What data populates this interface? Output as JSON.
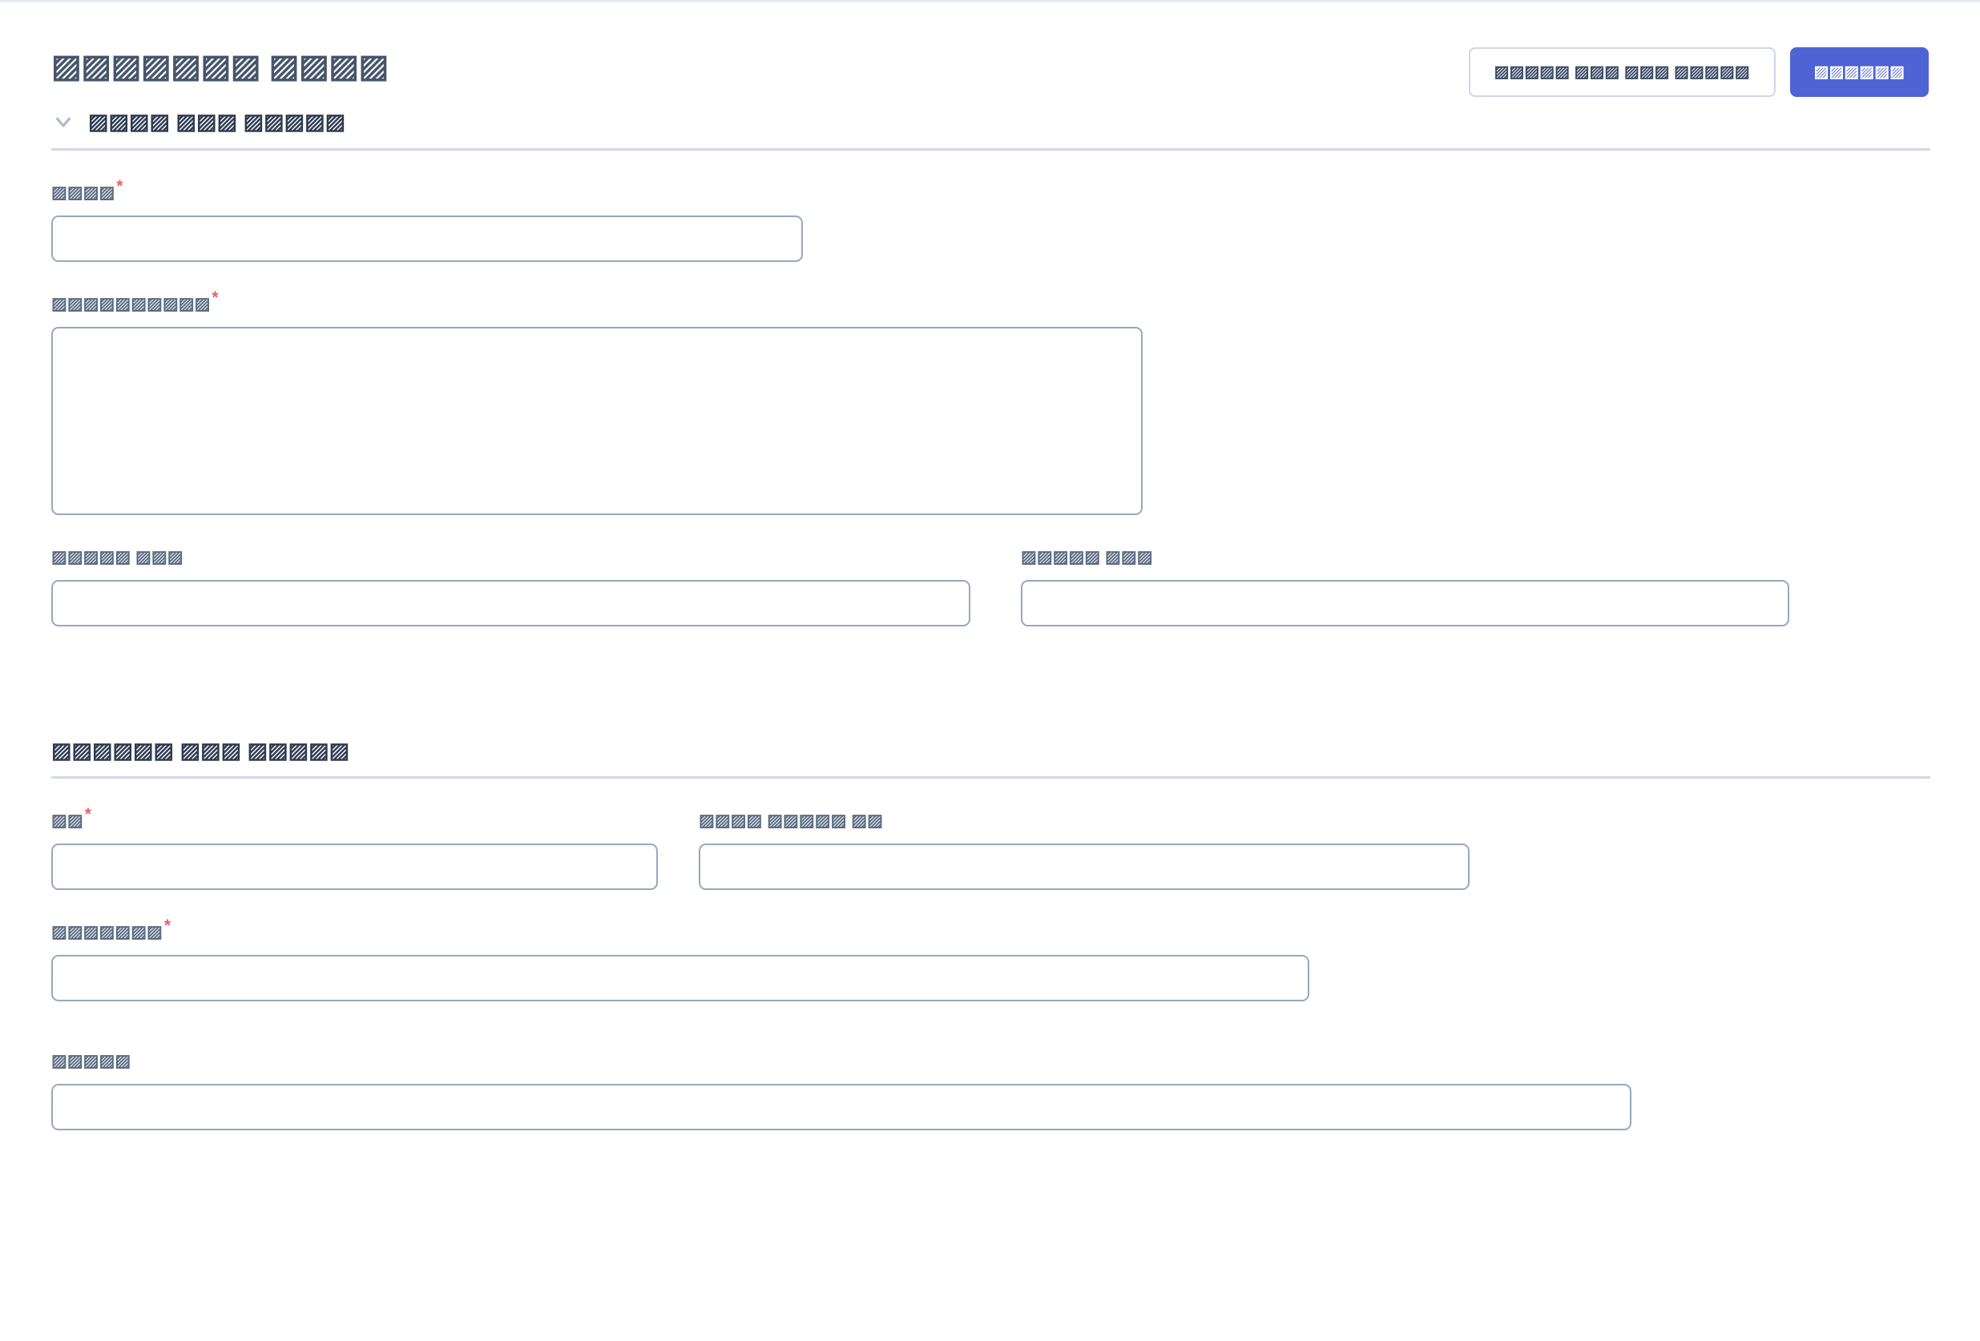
{
  "header": {
    "title": "▨▨▨▨▨▨▨ ▨▨▨▨",
    "secondary_button": "▨▨▨▨▨ ▨▨▨ ▨▨▨ ▨▨▨▨▨",
    "primary_button": "▨▨▨▨▨▨"
  },
  "colors": {
    "primary": "#4e63d4",
    "required": "#e8626c",
    "border": "#97a8bf",
    "divider": "#d2dae6",
    "label": "#5b6b82",
    "heading": "#2e3b50"
  },
  "sections": [
    {
      "id": "general-information",
      "title": "▨▨▨▨ ▨▨▨ ▨▨▨▨▨",
      "collapsible": true,
      "expanded": true,
      "chevron_icon": "chevron-down-icon",
      "fields": [
        {
          "id": "name",
          "label": "▨▨▨▨",
          "required": true,
          "required_mark": "*",
          "type": "text",
          "value": "",
          "placeholder": ""
        },
        {
          "id": "description",
          "label": "▨▨▨▨▨▨▨▨▨▨",
          "required": true,
          "required_mark": "*",
          "type": "textarea",
          "value": "",
          "placeholder": ""
        },
        {
          "id": "start-date",
          "label": "▨▨▨▨▨ ▨▨▨",
          "required": false,
          "required_mark": "",
          "type": "text",
          "value": "",
          "placeholder": ""
        },
        {
          "id": "end-date",
          "label": "▨▨▨▨▨ ▨▨▨",
          "required": false,
          "required_mark": "",
          "type": "text",
          "value": "",
          "placeholder": ""
        }
      ]
    },
    {
      "id": "contact-and-owner",
      "title": "▨▨▨▨▨▨ ▨▨▨ ▨▨▨▨▨",
      "collapsible": false,
      "expanded": true,
      "chevron_icon": "",
      "fields": [
        {
          "id": "id",
          "label": "▨▨",
          "required": true,
          "required_mark": "*",
          "type": "text",
          "value": "",
          "placeholder": ""
        },
        {
          "id": "full-legal-id",
          "label": "▨▨▨▨ ▨▨▨▨▨ ▨▨",
          "required": false,
          "required_mark": "",
          "type": "text",
          "value": "",
          "placeholder": ""
        },
        {
          "id": "category",
          "label": "▨▨▨▨▨▨▨",
          "required": true,
          "required_mark": "*",
          "type": "text",
          "value": "",
          "placeholder": ""
        },
        {
          "id": "owner",
          "label": "▨▨▨▨▨",
          "required": false,
          "required_mark": "",
          "type": "text",
          "value": "",
          "placeholder": ""
        }
      ]
    }
  ]
}
